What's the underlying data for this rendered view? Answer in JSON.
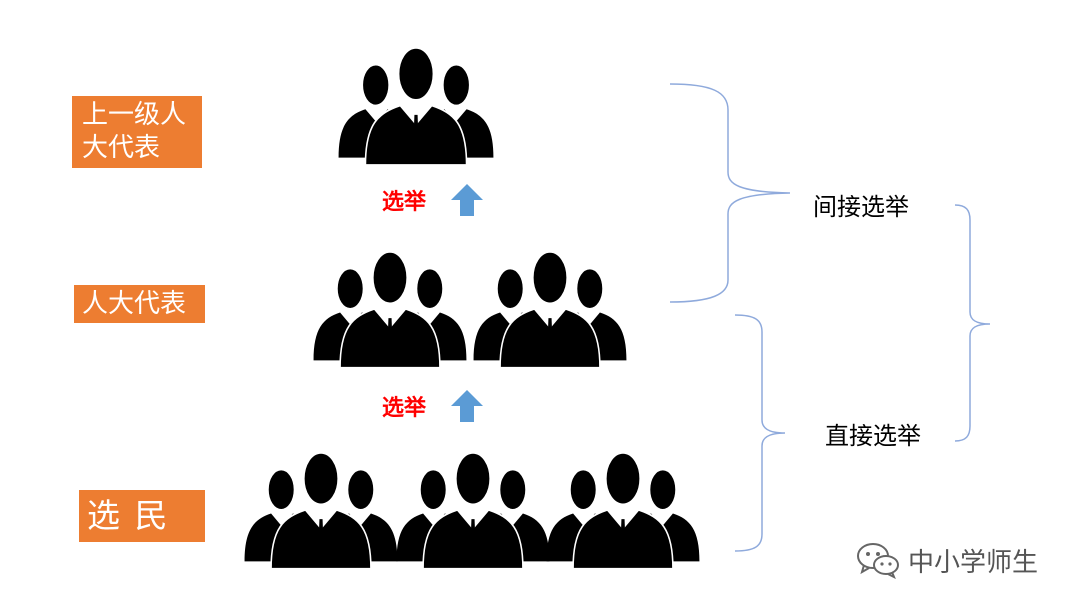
{
  "labels": {
    "upper_level_deputies_line1": "上一级人",
    "upper_level_deputies_line2": "大代表",
    "peoples_deputies": "人大代表",
    "voters": "选 民",
    "election_top": "选举",
    "election_bottom": "选举",
    "indirect_election": "间接选举",
    "direct_election": "直接选举"
  },
  "watermark": {
    "text": "中小学师生",
    "icon": "wechat-icon"
  },
  "colors": {
    "label_box": "#ED7D31",
    "label_text": "#FFFFFF",
    "election_text": "#FF0000",
    "arrow": "#5B9BD5",
    "brace": "#8FAADC",
    "person": "#000000"
  },
  "groups": [
    {
      "level": "upper-level-deputies",
      "people_groups": 1
    },
    {
      "level": "peoples-deputies",
      "people_groups": 2
    },
    {
      "level": "voters",
      "people_groups": 3
    }
  ]
}
